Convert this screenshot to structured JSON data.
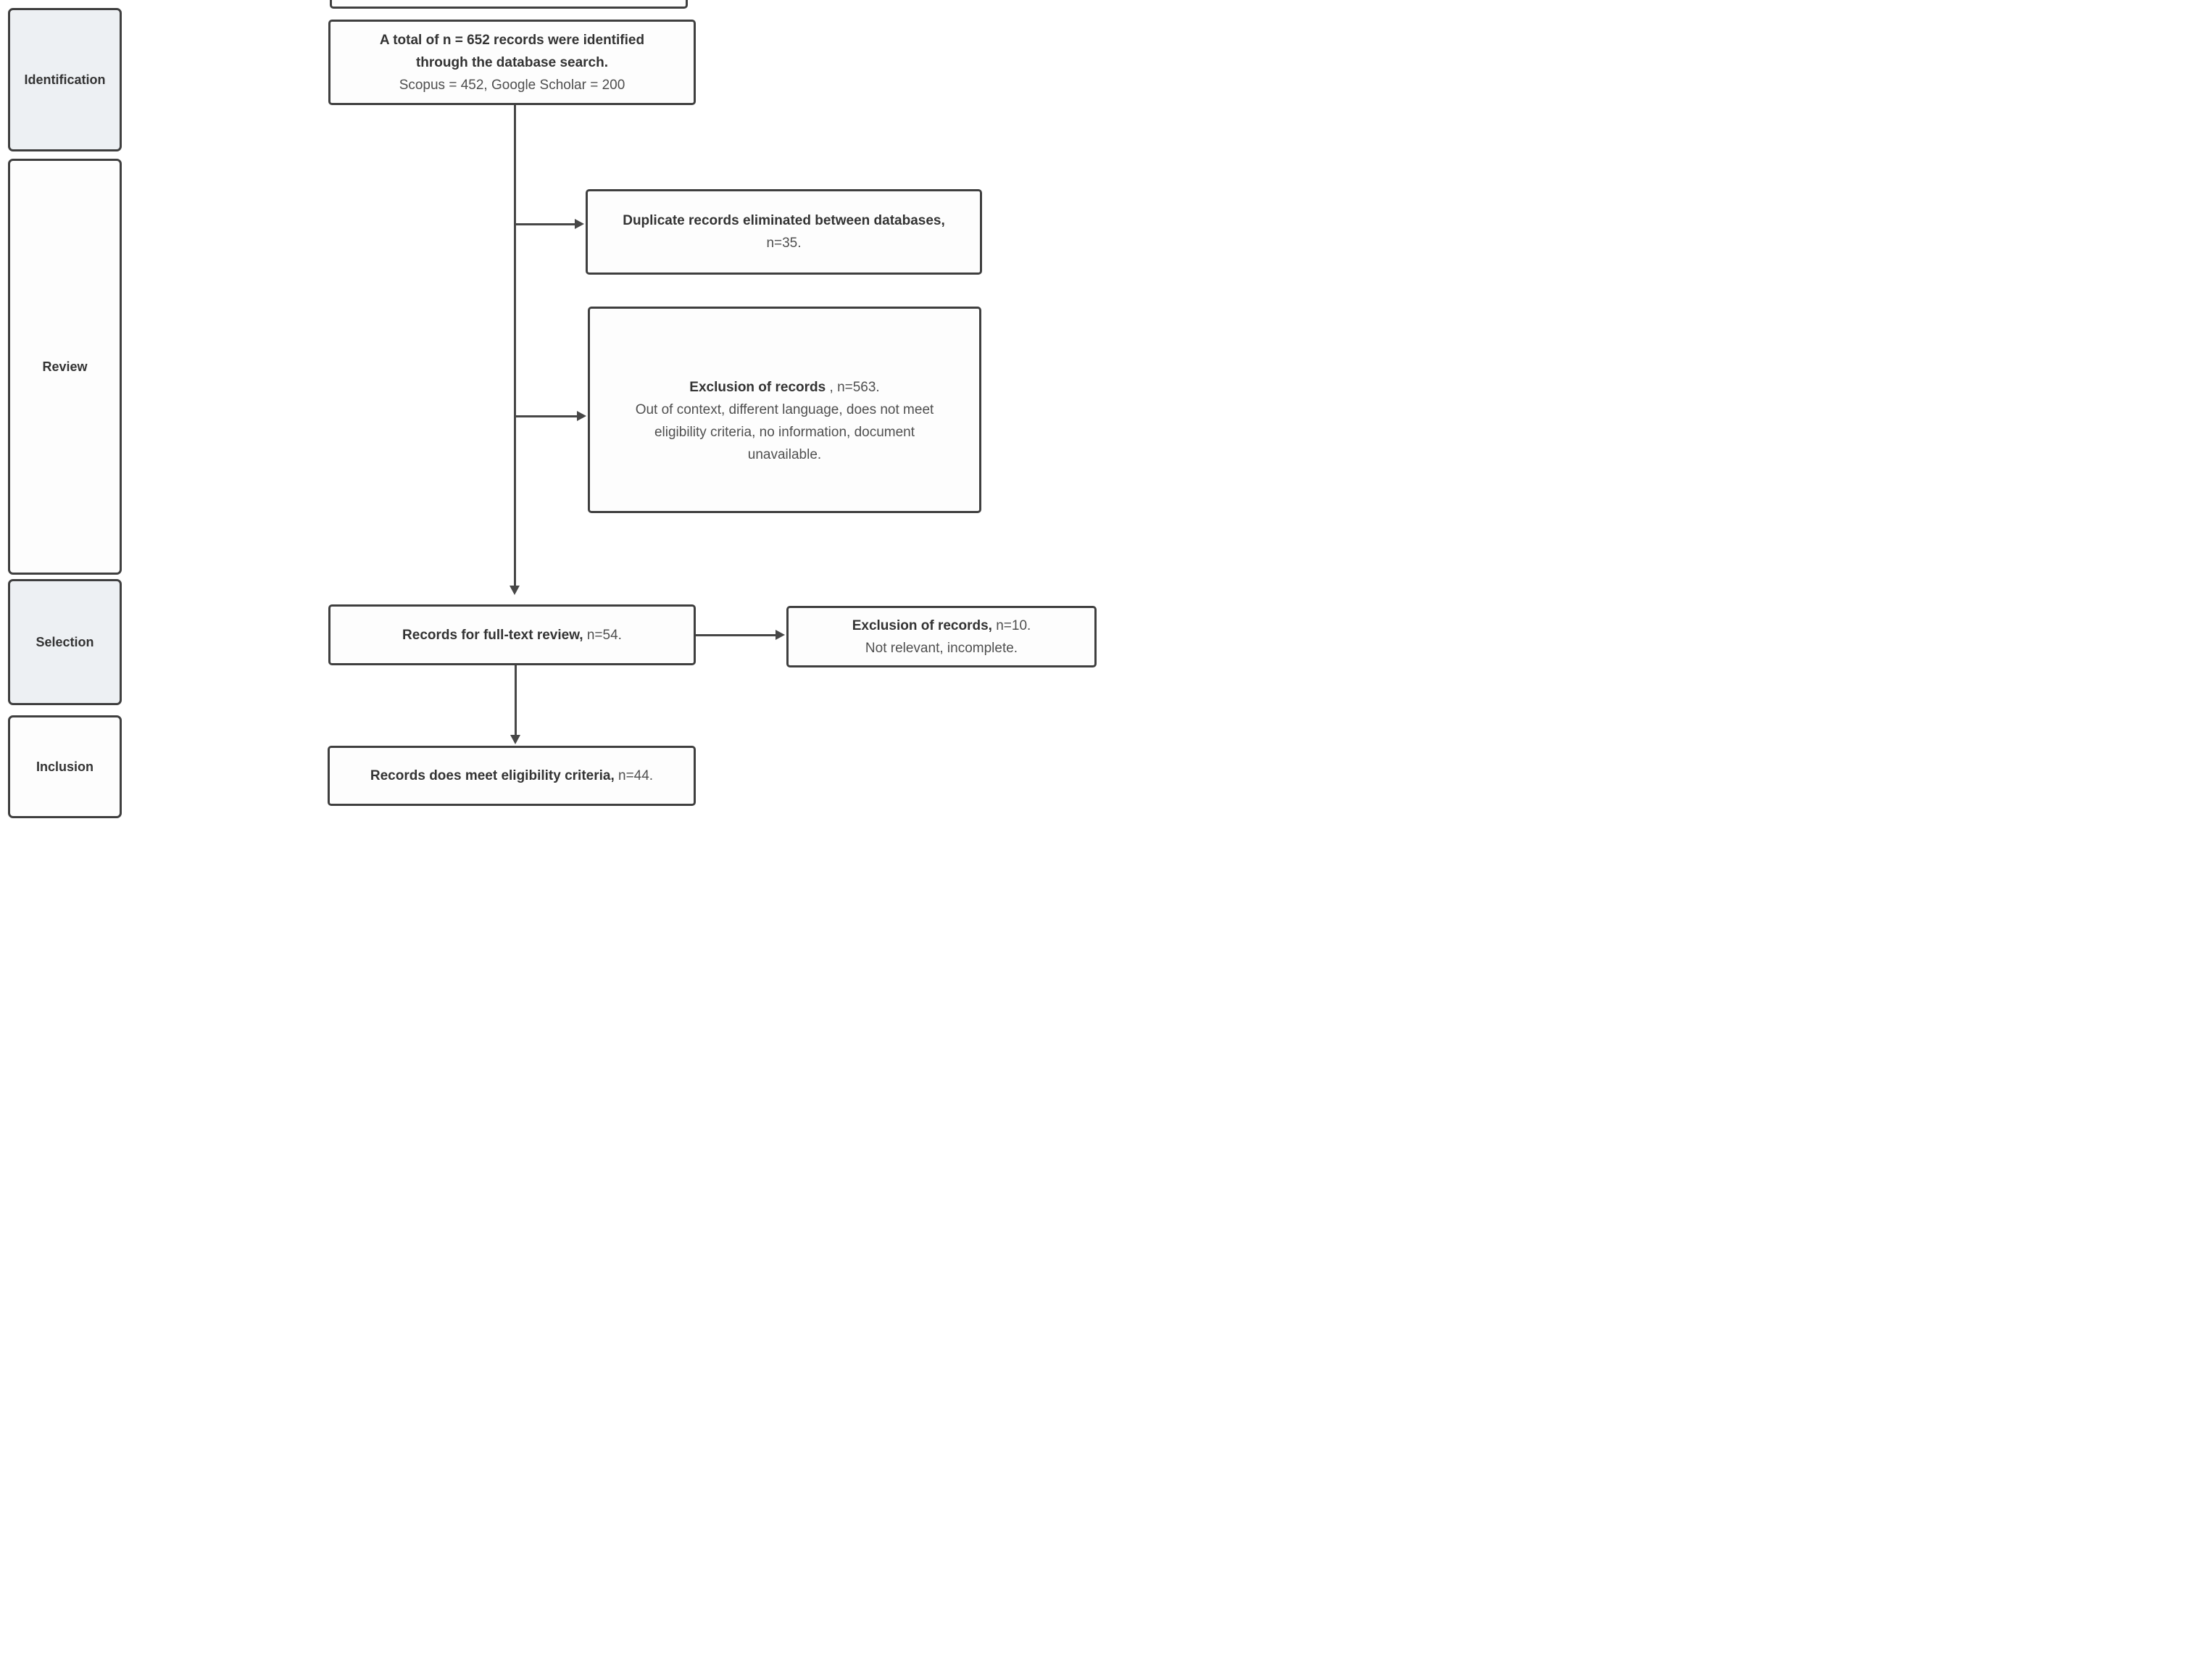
{
  "diagram": {
    "stages": [
      {
        "label": "Identification"
      },
      {
        "label": "Review"
      },
      {
        "label": "Selection"
      },
      {
        "label": "Inclusion"
      }
    ],
    "nodes": {
      "identified": {
        "line1_bold": "A total of n = 652 records were identified",
        "line2_bold": "through the database search.",
        "line3": "Scopus = 452, Google Scholar = 200"
      },
      "duplicates_removed": {
        "bold": "Duplicate records eliminated between databases,",
        "value": "n=35."
      },
      "records_excluded": {
        "bold": "Exclusion of records",
        "value": " , n=563.",
        "detail_line1": "Out of context, different language, does not meet",
        "detail_line2": "eligibility criteria, no information, document",
        "detail_line3": "unavailable."
      },
      "full_text_review": {
        "bold": "Records for full-text review,",
        "value": " n=54."
      },
      "full_text_excluded": {
        "bold": "Exclusion of records,",
        "value": " n=10.",
        "detail": "Not relevant, incomplete."
      },
      "included": {
        "bold": "Records does meet eligibility criteria,",
        "value": " n=44."
      }
    },
    "colors": {
      "border": "#3f3f3f",
      "line": "#474747",
      "stage_fill_alt": "#edf0f3",
      "node_fill": "#fdfdfd",
      "text_bold": "#333333",
      "text_regular": "#4f4f4f",
      "background": "#ffffff"
    }
  }
}
